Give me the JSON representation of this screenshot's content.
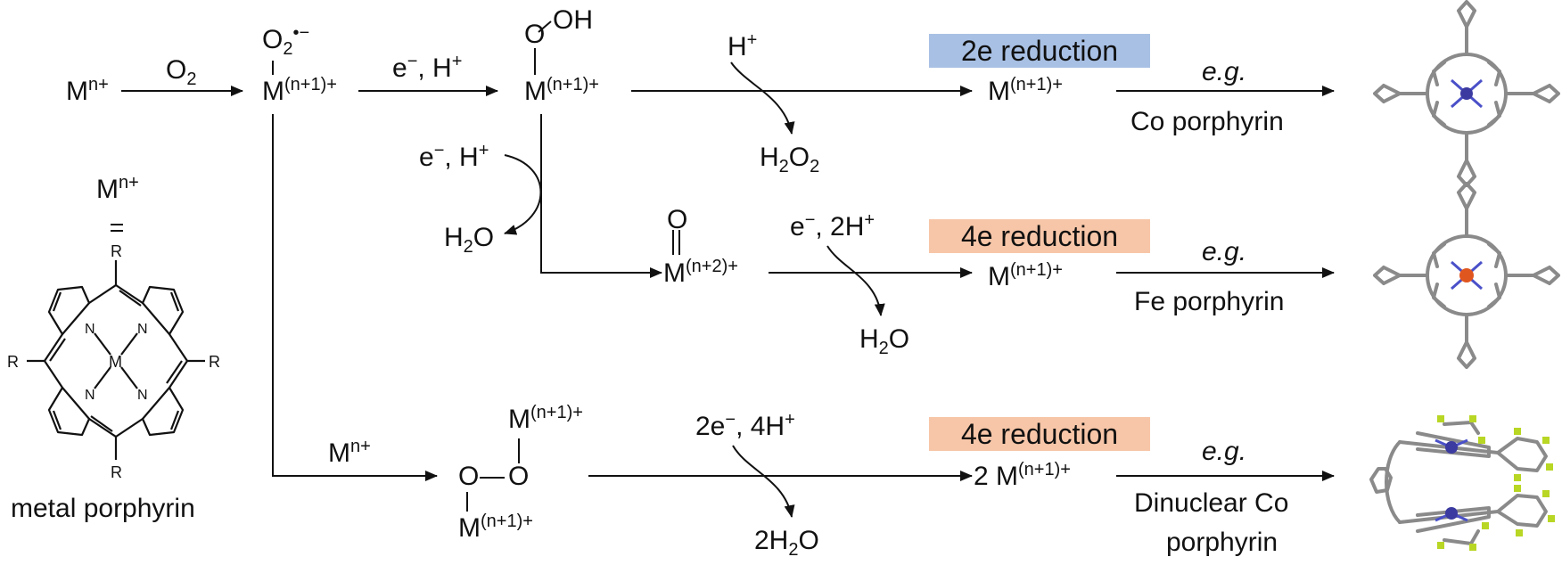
{
  "colors": {
    "ink": "#111111",
    "badge_2e": "#a8c0e4",
    "badge_4e": "#f7c6a8",
    "atom_co": "#3b3aa0",
    "atom_fe": "#e0561f",
    "bond": "#7b7b7b",
    "nitrogen": "#4a50c8",
    "fluorine": "#b8d624"
  },
  "labels": {
    "m_n": "M",
    "n_plus": "n+",
    "n1_plus": "(n+1)+",
    "n2_plus": "(n+2)+",
    "o": "O",
    "o2": "O",
    "two": "2",
    "superoxide": "•−",
    "oh": "OH",
    "e_minus": "e",
    "minus": "−",
    "h": "H",
    "plus": "+",
    "comma": ", ",
    "e_h_plus_full": "e−, H+",
    "two_h_plus": ", 2H",
    "two_e_four_h_prefix": "2e",
    "four_h": ", 4H",
    "h2o2_h": "H",
    "h2o_h": "H",
    "h2o_o": "O",
    "two_m_prefix": "2 M",
    "two_h2o_prefix": "2H",
    "metal_porphyrin": "metal porphyrin",
    "r": "R",
    "n_atom": "N",
    "m_atom": "M"
  },
  "badges": {
    "b2e": "2e reduction",
    "b4e_a": "4e reduction",
    "b4e_b": "4e reduction"
  },
  "examples": {
    "eg": "e.g.",
    "co": "Co porphyrin",
    "fe": "Fe porphyrin",
    "dinuclear_1": "Dinuclear Co",
    "dinuclear_2": "porphyrin"
  }
}
